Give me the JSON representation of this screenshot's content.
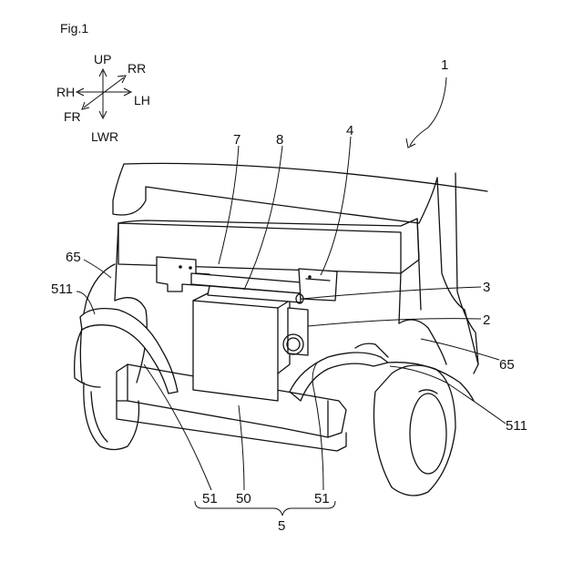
{
  "figure": {
    "title": "Fig.1"
  },
  "directions": {
    "up": "UP",
    "rr": "RR",
    "rh": "RH",
    "lh": "LH",
    "fr": "FR",
    "lwr": "LWR"
  },
  "labels": {
    "vehicle": "1",
    "front_panel": "7",
    "bracket": "8",
    "support": "4",
    "sensor": "3",
    "device": "2",
    "fender_left": "65",
    "fender_right": "65",
    "lamp_left": "511",
    "lamp_right": "511",
    "bumper_left": "51",
    "bumper_center": "50",
    "bumper_right": "51",
    "bumper_assembly": "5"
  }
}
